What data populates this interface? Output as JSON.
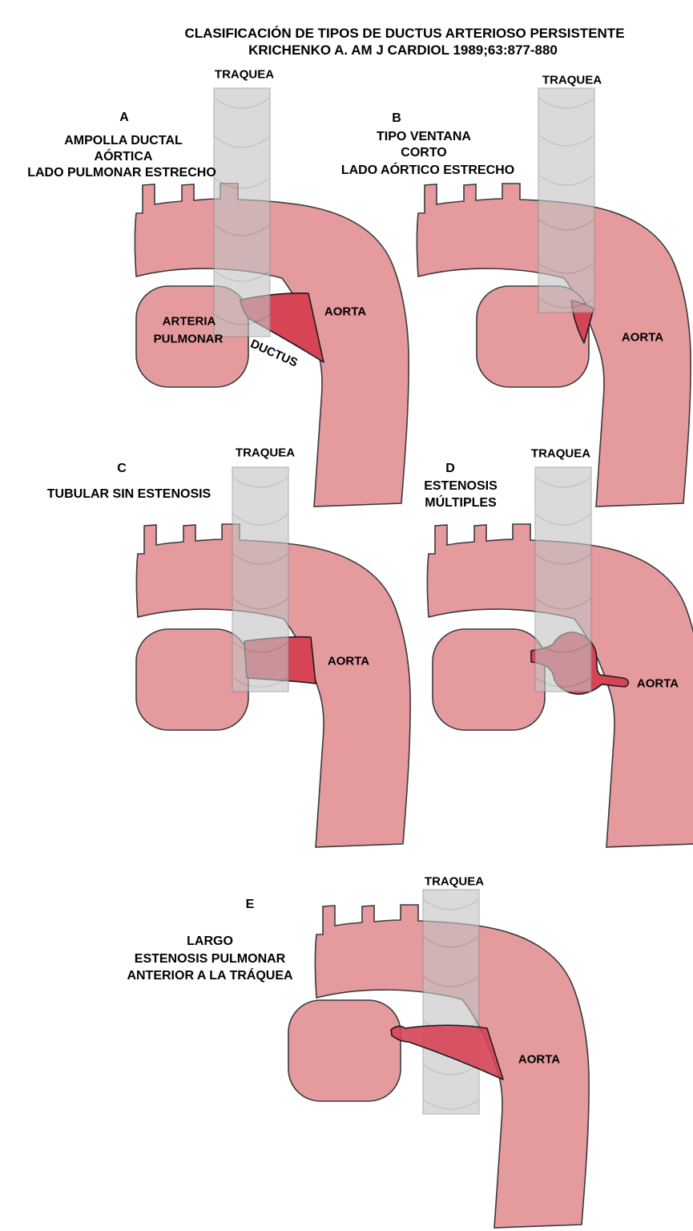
{
  "title": {
    "line1": "CLASIFICACIÓN DE TIPOS DE DUCTUS ARTERIOSO PERSISTENTE",
    "line2": "KRICHENKO A. AM J CARDIOL 1989;63:877-880"
  },
  "colors": {
    "vessel_pink": "#e59a9e",
    "ductus_red": "#d64456",
    "trachea_gray": "#d6d6d6",
    "outline": "#3a3a3a",
    "text": "#000000",
    "background": "#ffffff"
  },
  "panels": [
    {
      "id": "A",
      "letter": "A",
      "description_lines": [
        "AMPOLLA DUCTAL",
        "AÓRTICA",
        "LADO PULMONAR ESTRECHO"
      ],
      "labels": {
        "trachea": "TRAQUEA",
        "aorta": "AORTA",
        "pulmonary_artery_line1": "ARTERIA",
        "pulmonary_artery_line2": "PULMONAR",
        "ductus": "DUCTUS"
      }
    },
    {
      "id": "B",
      "letter": "B",
      "description_lines": [
        "TIPO VENTANA",
        "CORTO",
        "LADO AÓRTICO ESTRECHO"
      ],
      "labels": {
        "trachea": "TRAQUEA",
        "aorta": "AORTA"
      }
    },
    {
      "id": "C",
      "letter": "C",
      "description_lines": [
        "TUBULAR SIN ESTENOSIS"
      ],
      "labels": {
        "trachea": "TRAQUEA",
        "aorta": "AORTA"
      }
    },
    {
      "id": "D",
      "letter": "D",
      "description_lines": [
        "ESTENOSIS",
        "MÚLTIPLES"
      ],
      "labels": {
        "trachea": "TRAQUEA",
        "aorta": "AORTA"
      }
    },
    {
      "id": "E",
      "letter": "E",
      "description_lines": [
        "LARGO",
        "ESTENOSIS PULMONAR",
        "ANTERIOR A LA TRÁQUEA"
      ],
      "labels": {
        "trachea": "TRAQUEA",
        "aorta": "AORTA"
      }
    }
  ]
}
